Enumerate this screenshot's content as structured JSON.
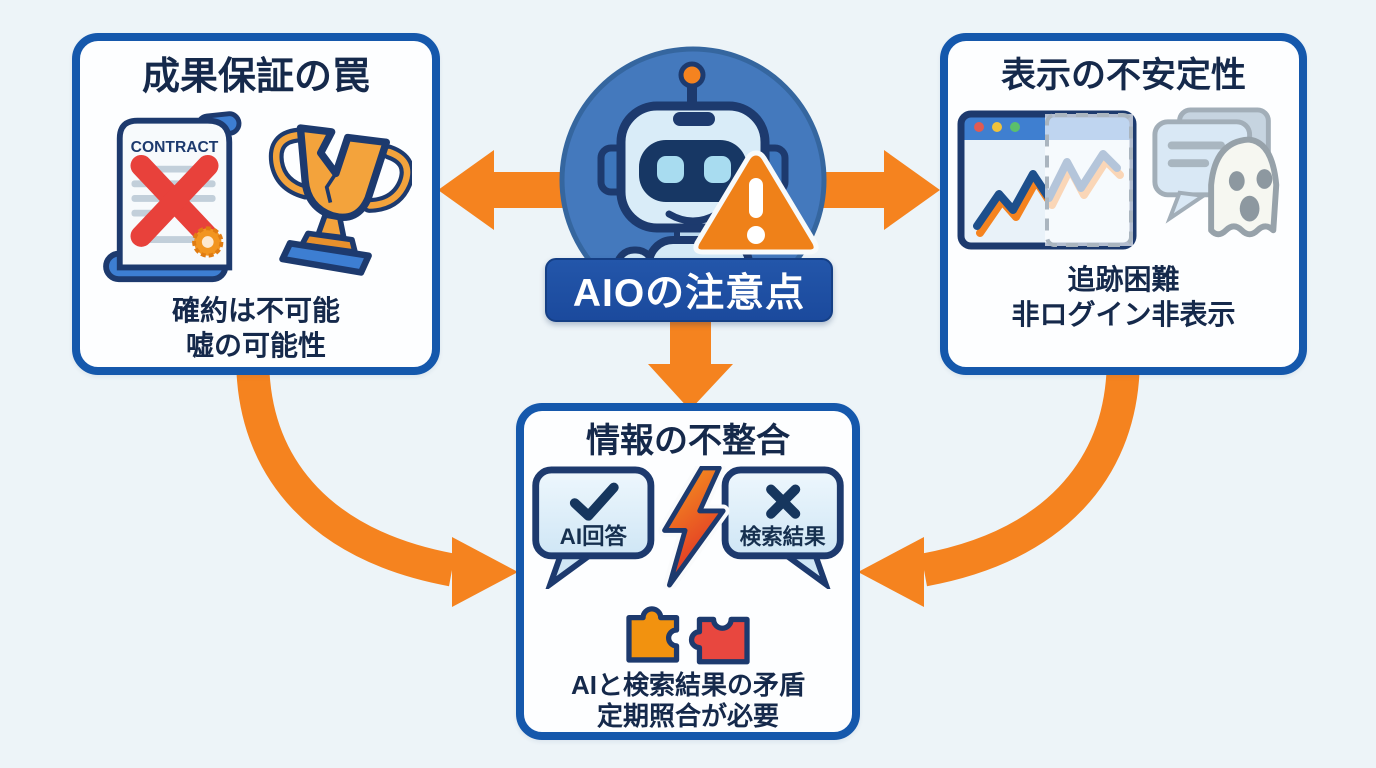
{
  "palette": {
    "background": "#EDF4F8",
    "box_border_blue": "#1558AC",
    "navy_text": "#15294B",
    "outline_navy": "#1D3A6E",
    "arrow_orange": "#F5831F",
    "banner_blue": "#1C4FA1",
    "alert_red": "#E8413B",
    "trophy_gold": "#F3A33C",
    "robot_circle_blue": "#4479BD",
    "bubble_blue": "#D9ECF9"
  },
  "center": {
    "banner_label": "AIOの注意点",
    "icons": [
      "robot-icon",
      "warning-triangle-icon"
    ]
  },
  "boxes": {
    "guarantee_trap": {
      "title": "成果保証の罠",
      "contract_label": "CONTRACT",
      "captions": [
        "確約は不可能",
        "嘘の可能性"
      ],
      "icons": [
        "rejected-contract-icon",
        "broken-trophy-icon"
      ]
    },
    "display_instability": {
      "title": "表示の不安定性",
      "captions": [
        "追跡困難",
        "非ログイン非表示"
      ],
      "icons": [
        "fading-browser-chart-icon",
        "ghost-icon"
      ]
    },
    "information_mismatch": {
      "title": "情報の不整合",
      "bubble_left": "AI回答",
      "bubble_right": "検索結果",
      "captions": [
        "AIと検索結果の矛盾",
        "定期照合が必要"
      ],
      "icons": [
        "check-icon",
        "x-icon",
        "lightning-icon",
        "mismatched-puzzle-icon"
      ]
    }
  }
}
